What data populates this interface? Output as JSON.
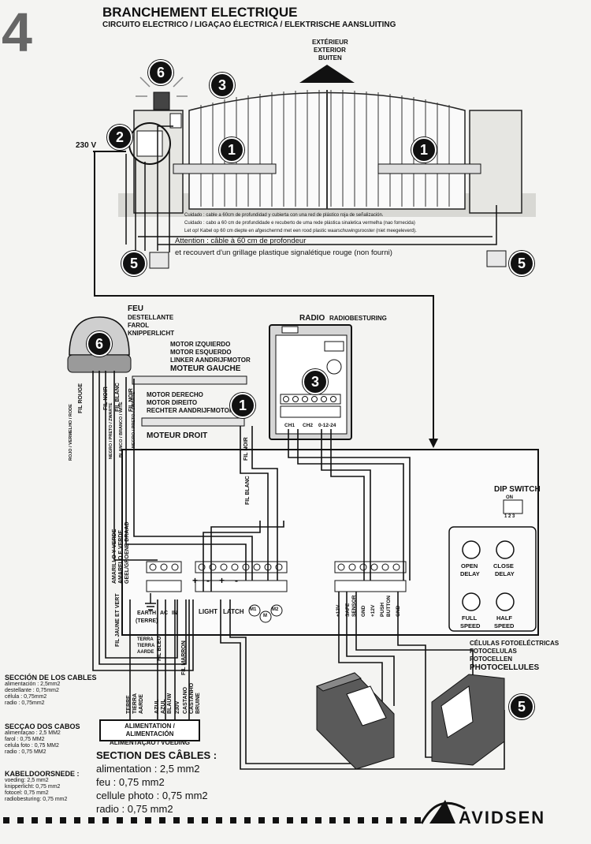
{
  "header": {
    "step_number": "4",
    "title": "BRANCHEMENT ELECTRIQUE",
    "subtitle": "CIRCUITO ELECTRICO / LIGAÇAO ÉLECTRICA / ELEKTRISCHE AANSLUITING"
  },
  "exterior": [
    "EXTÉRIEUR",
    "EXTERIOR",
    "BUITEN"
  ],
  "voltage_label": "230 V",
  "badges": [
    "1",
    "2",
    "3",
    "5",
    "6"
  ],
  "cable_notes": {
    "es": "Cuidado : cable a 60cm de profundidad y cubierta con una red de plástico roja de señalización.",
    "pt": "Cuidado : cabo a 60 cm de profundidade e recuberto de uma rede plástica sinaletica vermelha (nao fornecida)",
    "nl": "Let op! Kabel op 60 cm diepte en afgeschermd met een rood plastic waarschuwingsrooster (niet meegeleverd).",
    "fr_line1": "Attention : câble à 60 cm de profondeur",
    "fr_line2": "et recouvert d'un grillage plastique signalétique rouge (non fourni)"
  },
  "feu": [
    "FEU",
    "DESTELLANTE",
    "FAROL",
    "KNIPPERLICHT"
  ],
  "radio": {
    "label": "RADIO",
    "label_nl": "RADIOBESTURING",
    "channels": [
      "CH1",
      "CH2",
      "0-12-24"
    ]
  },
  "motor_gauche": [
    "MOTOR IZQUIERDO",
    "MOTOR ESQUERDO",
    "LINKER AANDRIJFMOTOR",
    "MOTEUR GAUCHE"
  ],
  "motor_droit": [
    "MOTOR DERECHO",
    "MOTOR DIREITO",
    "RECHTER AANDRIJFMOTOR",
    "MOTEUR DROIT"
  ],
  "wires": {
    "fil_rouge": "FIL ROUGE",
    "fil_noir": "FIL NOIR",
    "fil_blanc": "FIL BLANC",
    "fil_jaune_vert": "FIL JAUNE ET VERT",
    "fil_bleu": "FIL BLEU",
    "fil_marron": "FIL MARRON",
    "rojo": "ROJO / VERMELHO / RODE",
    "negro": "NEGRO / PRETO / ZWARTE",
    "blanco": "BLANCO / BRANCO / WITE",
    "negro2": "NEGRO / PRETO / ZWARTE",
    "amarillo": "AMARILLO Y VERDE",
    "amarelo": "AMARELO E VERDE",
    "geel": "GEEL/GROENE DRAAD",
    "terre": "TERRE",
    "tierra": "TIERRA",
    "aarde": "AARDE",
    "azul": "AZUL",
    "azul2": "AZUL",
    "blauw": "BLAUW",
    "castano": "CASTANO",
    "castanho": "CASTANHO",
    "bruine": "BRUINE",
    "v230": "230V"
  },
  "terminals": {
    "earth": "EARTH",
    "terre": "(TERRE)",
    "ac": "AC",
    "in": "IN",
    "light": "LIGHT",
    "latch": "LATCH",
    "m1": "M1",
    "m": "M",
    "m2": "M2",
    "plus12": "+12V",
    "safe": "SAFE",
    "sensor": "SENSOR",
    "gnd": "GND",
    "plus12b": "+12V",
    "push": "PUSH",
    "button": "BUTTON",
    "gnd2": "GND"
  },
  "terra_list": [
    "TERRA",
    "TIERRA",
    "AARDE"
  ],
  "dip": {
    "label": "DIP SWITCH",
    "on": "ON",
    "nums": "1 2 3"
  },
  "knobs": [
    {
      "line1": "OPEN",
      "line2": "DELAY"
    },
    {
      "line1": "CLOSE",
      "line2": "DELAY"
    },
    {
      "line1": "FULL",
      "line2": "SPEED"
    },
    {
      "line1": "HALF",
      "line2": "SPEED"
    }
  ],
  "photocells": [
    "CÉLULAS FOTOELÉCTRICAS",
    "FOTOCELULAS",
    "FOTOCELLEN",
    "PHOTOCELLULES"
  ],
  "alimentation": [
    "ALIMENTATION / ALIMENTACIÓN",
    "ALIMENTAÇAO / VOEDING"
  ],
  "sections_es": {
    "title": "SECCIÓN DE LOS CABLES",
    "lines": [
      "alimentación : 2,5mm2",
      "destellante : 0,75mm2",
      "célula : 0,75mm2",
      "radio : 0,75mm2"
    ]
  },
  "sections_pt": {
    "title": "SECÇAO DOS CABOS",
    "lines": [
      "alimentaçao : 2,5 MM2",
      "farol : 0,75 MM2",
      "celula foto : 0,75 MM2",
      "radio : 0,75 MM2"
    ]
  },
  "sections_nl": {
    "title": "KABELDOORSNEDE :",
    "lines": [
      "voeding: 2,5 mm2",
      "knipperlicht: 0,75 mm2",
      "fotocel: 0,75 mm2",
      "radiobesturing: 0,75 mm2"
    ]
  },
  "sections_fr": {
    "title": "SECTION DES CÂBLES :",
    "lines": [
      "alimentation : 2,5 mm2",
      "feu : 0,75 mm2",
      "cellule photo : 0,75 mm2",
      "radio : 0,75 mm2"
    ]
  },
  "brand": "AVIDSEN"
}
